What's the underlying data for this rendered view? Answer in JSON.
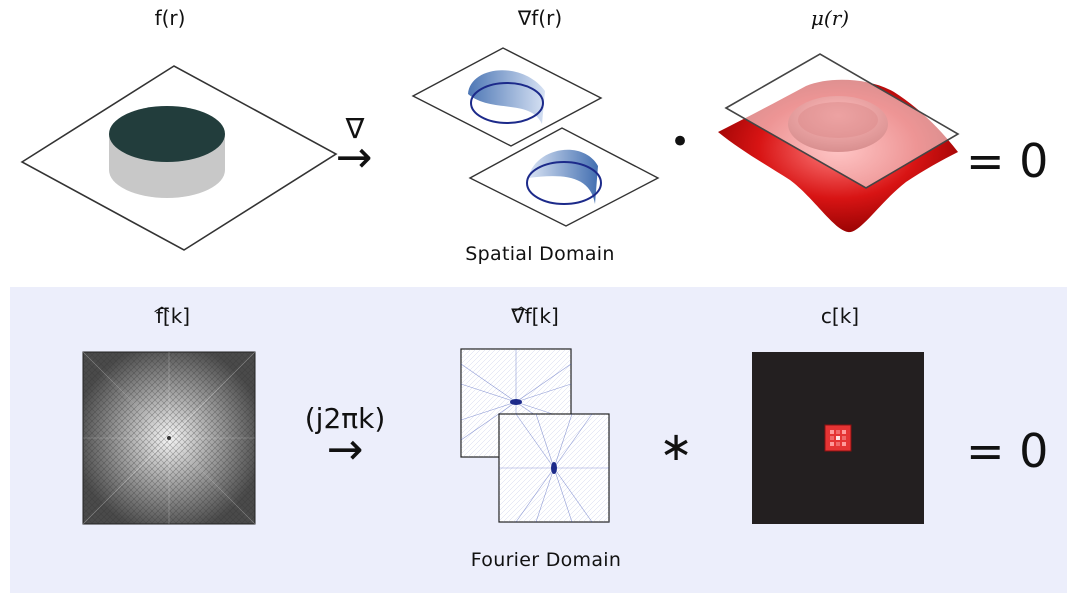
{
  "spatial": {
    "labels": {
      "f": "f(r)",
      "grad_f": "∇f(r)",
      "mu": "μ(r)"
    },
    "arrow_label": "∇",
    "dot_operator": "•",
    "equals": "= 0",
    "caption": "Spatial Domain"
  },
  "fourier": {
    "labels": {
      "f_hat": "f[k]",
      "grad_f_hat": "∇f[k]",
      "c": "c[k]"
    },
    "arrow_label": "(j2πk)",
    "conv_operator": "∗",
    "equals": "= 0",
    "caption": "Fourier Domain"
  },
  "colors": {
    "disk_top": "#223d3c",
    "disk_side": "#c8c8c8",
    "gradient_fill": "#4f7fbd",
    "gradient_ring": "#1c2a8a",
    "surface_red": "#cc0f0f",
    "panel_bg": "#eceefb",
    "kernel_bg": "#231f20"
  }
}
